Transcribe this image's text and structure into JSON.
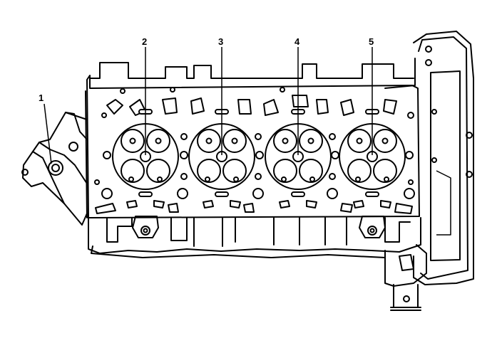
{
  "diagram": {
    "callouts": [
      {
        "id": "1",
        "label": "1"
      },
      {
        "id": "2",
        "label": "2"
      },
      {
        "id": "3",
        "label": "3"
      },
      {
        "id": "4",
        "label": "4"
      },
      {
        "id": "5",
        "label": "5"
      }
    ],
    "cylinder_count": 4,
    "line_color": "#000000",
    "background": "#ffffff"
  }
}
